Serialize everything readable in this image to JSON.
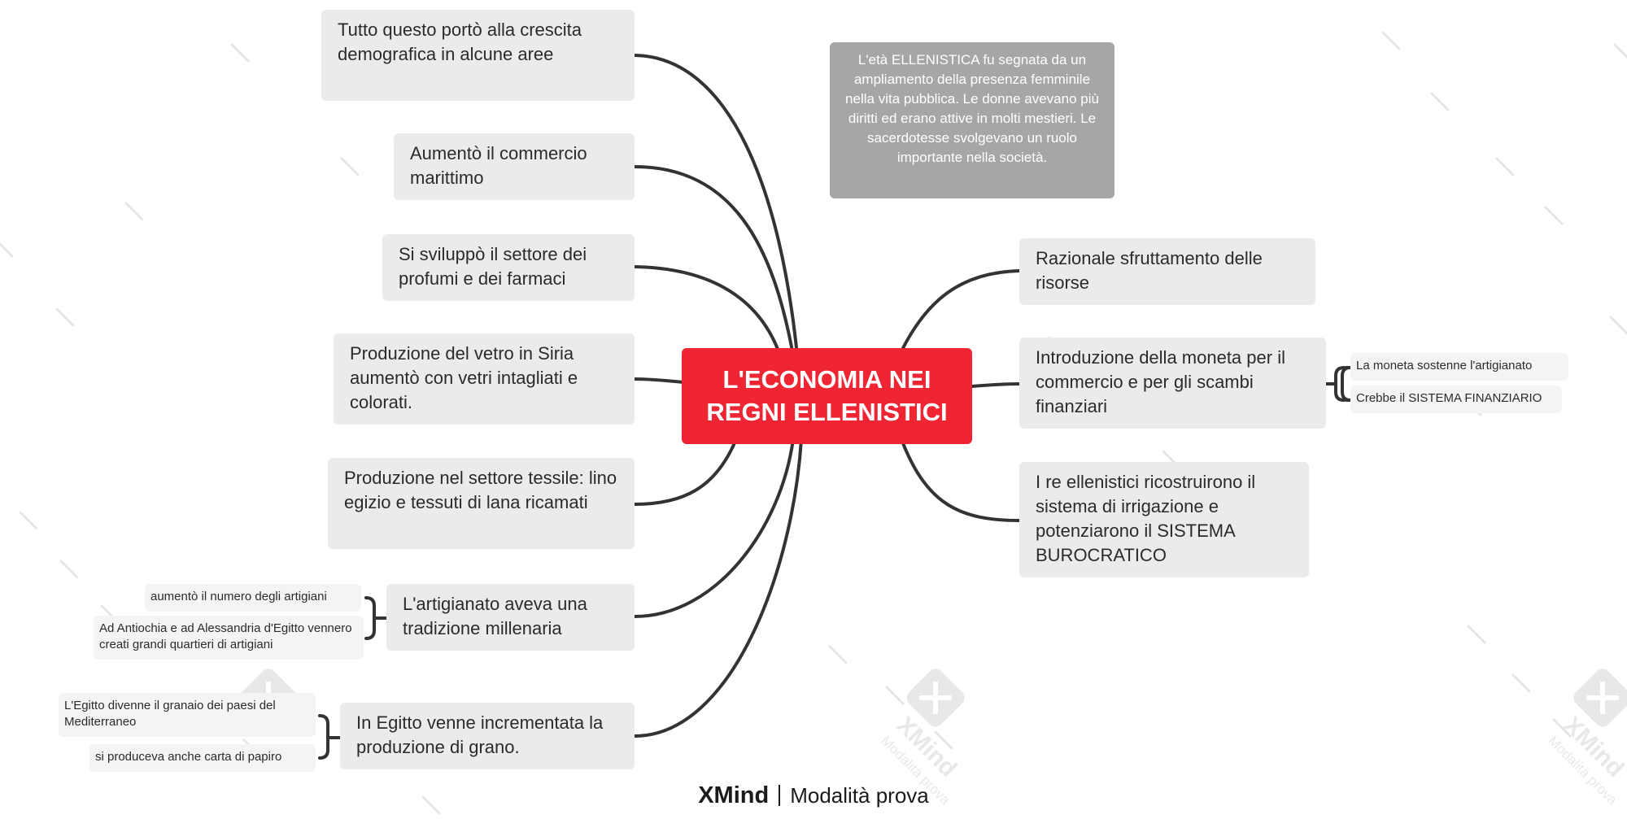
{
  "central": {
    "title": "L'ECONOMIA NEI REGNI ELLENISTICI"
  },
  "note": {
    "text": "L'età ELLENISTICA fu segnata da un ampliamento della presenza femminile nella vita pubblica. Le donne avevano più diritti ed erano attive in molti mestieri. Le sacerdotesse svolgevano un ruolo importante nella società."
  },
  "left_topics": [
    {
      "text": "Tutto questo portò alla crescita demografica in alcune aree"
    },
    {
      "text": "Aumentò il commercio marittimo"
    },
    {
      "text": "Si sviluppò il settore dei profumi e dei farmaci"
    },
    {
      "text": "Produzione del vetro in Siria aumentò con vetri intagliati e colorati."
    },
    {
      "text": "Produzione nel settore tessile: lino egizio e tessuti di lana ricamati"
    },
    {
      "text": "L'artigianato aveva una tradizione millenaria",
      "subtopics": [
        "aumentò il numero degli artigiani",
        "Ad Antiochia e ad Alessandria d'Egitto vennero creati grandi quartieri di artigiani"
      ]
    },
    {
      "text": "In Egitto venne incrementata la produzione di grano.",
      "subtopics": [
        "L'Egitto divenne il granaio dei paesi del Mediterraneo",
        "si produceva anche carta di papiro"
      ]
    }
  ],
  "right_topics": [
    {
      "text": "Razionale sfruttamento delle risorse"
    },
    {
      "text": "Introduzione della moneta per il commercio e per gli scambi finanziari",
      "subtopics": [
        "La moneta sostenne l'artigianato",
        "Crebbe il SISTEMA FINANZIARIO"
      ]
    },
    {
      "text": "I re ellenistici ricostruirono il sistema di irrigazione e potenziarono il SISTEMA BUROCRATICO"
    }
  ],
  "footer": {
    "logo": "XMind",
    "mode": "Modalità prova"
  },
  "watermark": {
    "logo": "XMind",
    "mode": "Modalità prova"
  },
  "colors": {
    "central": "#ef2533",
    "topic_bg": "#ebebeb",
    "note_bg": "#a6a6a6",
    "line": "#333333"
  }
}
